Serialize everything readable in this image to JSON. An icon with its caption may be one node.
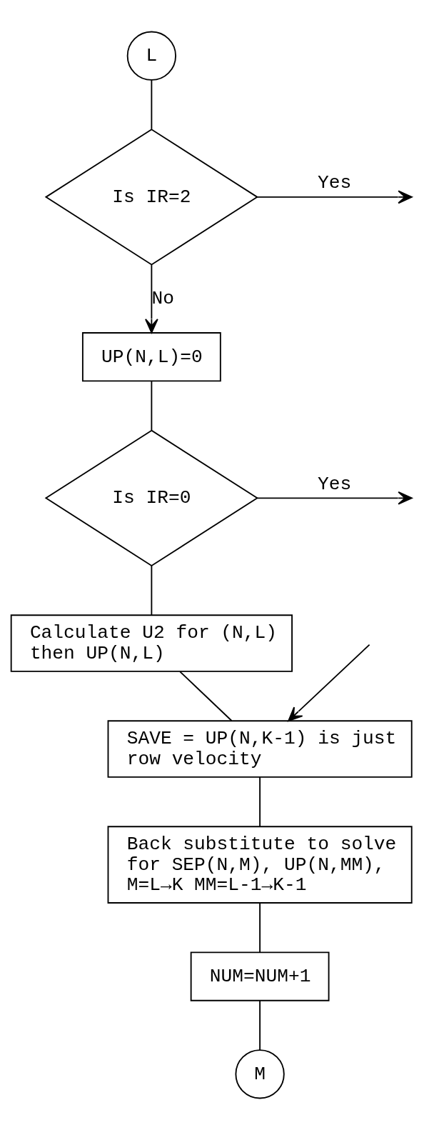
{
  "diagram": {
    "nodes": [
      {
        "text": [
          "L"
        ]
      },
      {
        "text": [
          "Is IR=2"
        ]
      },
      {
        "text": [
          "UP(N,L)=0"
        ]
      },
      {
        "text": [
          "Is IR=0"
        ]
      },
      {
        "text": [
          "Calculate U2 for (N,L) then UP(N,L)"
        ]
      },
      {
        "text": [
          "SAVE = UP(N,K-1) is just row velocity"
        ]
      },
      {
        "text": [
          "Back substitute to solve for SEP(N,M), UP(N,MM), M=L→K MM=L-1→K-1"
        ]
      },
      {
        "text": [
          "NUM=NUM+1"
        ]
      },
      {
        "text": [
          "M"
        ]
      }
    ],
    "edges": [
      {
        "from": 0,
        "to": 1,
        "arrow": "none"
      },
      {
        "from": 1,
        "to": null,
        "arrow": "to",
        "label": "Yes"
      },
      {
        "from": 1,
        "to": 2,
        "arrow": "to",
        "label": "No"
      },
      {
        "from": 2,
        "to": 3,
        "arrow": "none"
      },
      {
        "from": 3,
        "to": null,
        "arrow": "to",
        "label": "Yes"
      },
      {
        "from": 3,
        "to": 4,
        "arrow": "none"
      },
      {
        "from": null,
        "to": 5,
        "arrow": "to"
      },
      {
        "from": 4,
        "to": 5,
        "arrow": "none"
      },
      {
        "from": 5,
        "to": 6,
        "arrow": "none"
      },
      {
        "from": 6,
        "to": 7,
        "arrow": "none"
      },
      {
        "from": 7,
        "to": 8,
        "arrow": "none"
      }
    ]
  }
}
